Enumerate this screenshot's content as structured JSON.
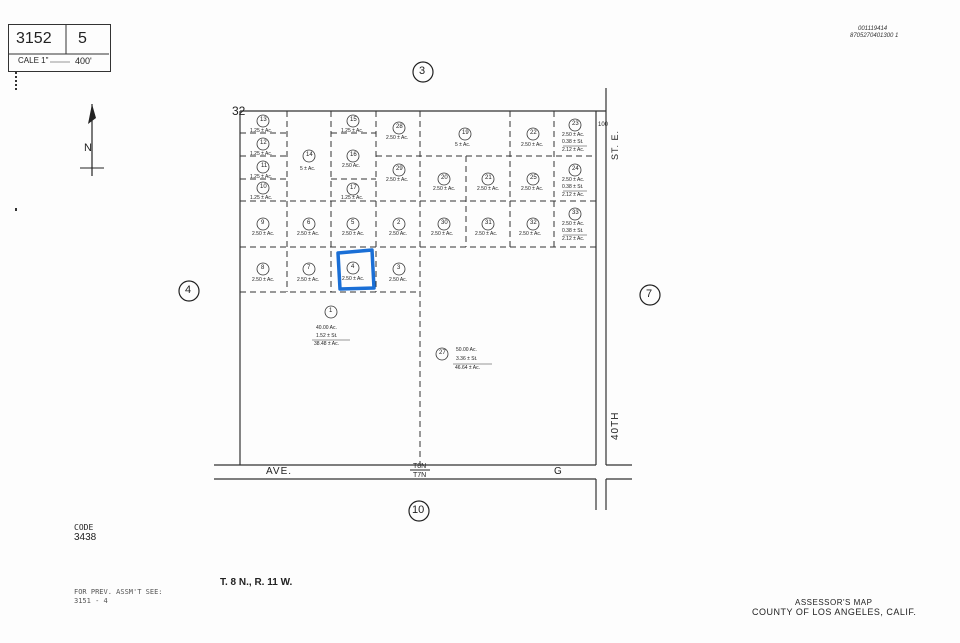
{
  "header": {
    "book": "3152",
    "page": "5",
    "scale_label": "CALE 1\"",
    "scale_value": "400'",
    "stamp_line1": "001119414",
    "stamp_line2": "8705270401300 1"
  },
  "section_corner": "32",
  "adjoining_pages": [
    "3",
    "4",
    "7",
    "10"
  ],
  "streets": {
    "ave": "AVE.",
    "g": "G",
    "st_e": "ST. E.",
    "fortieth": "40TH",
    "township_line_top": "T8N",
    "township_line_bottom": "T7N"
  },
  "parcels": [
    {
      "num": "13",
      "area": "1.25 ± Ac."
    },
    {
      "num": "12",
      "area": "1.25 ± Ac."
    },
    {
      "num": "11",
      "area": "1.25 ± Ac."
    },
    {
      "num": "10",
      "area": "1.25 ± Ac."
    },
    {
      "num": "9",
      "area": "2.50 ± Ac."
    },
    {
      "num": "8",
      "area": "2.50 ± Ac."
    },
    {
      "num": "14",
      "area": "5 ± Ac."
    },
    {
      "num": "6",
      "area": "2.50 ± Ac."
    },
    {
      "num": "7",
      "area": "2.50 ± Ac."
    },
    {
      "num": "15",
      "area": "1.25 ± Ac."
    },
    {
      "num": "16",
      "area": "2.50 Ac."
    },
    {
      "num": "17",
      "area": "1.25 ± Ac."
    },
    {
      "num": "5",
      "area": "2.50 ± Ac."
    },
    {
      "num": "4",
      "area": "2.50 ± Ac."
    },
    {
      "num": "28",
      "area": "2.50 ± Ac."
    },
    {
      "num": "29",
      "area": "2.50 ± Ac."
    },
    {
      "num": "2",
      "area": "2.50 Ac."
    },
    {
      "num": "3",
      "area": "2.50 Ac."
    },
    {
      "num": "19",
      "area": "5 ± Ac."
    },
    {
      "num": "20",
      "area": "2.50 ± Ac."
    },
    {
      "num": "21",
      "area": "2.50 ± Ac."
    },
    {
      "num": "30",
      "area": "2.50 ± Ac."
    },
    {
      "num": "31",
      "area": "2.50 ± Ac."
    },
    {
      "num": "22",
      "area": "2.50 ± Ac."
    },
    {
      "num": "25",
      "area": "2.50 ± Ac."
    },
    {
      "num": "32",
      "area": "2.50 ± Ac."
    },
    {
      "num": "23",
      "area": "2.50 ± Ac.",
      "line2": "0.38 ± St.",
      "line3": "2.12 ± Ac."
    },
    {
      "num": "24",
      "area": "2.50 ± Ac.",
      "line2": "0.38 ± St.",
      "line3": "2.12 ± Ac."
    },
    {
      "num": "33",
      "area": "2.50 ± Ac.",
      "line2": "0.38 ± St.",
      "line3": "2.12 ± Ac."
    },
    {
      "num": "1",
      "area": "40.00 Ac.",
      "line2": "1.52 ± St.",
      "line3": "38.48 ± Ac."
    },
    {
      "num": "27",
      "area": "50.00 Ac.",
      "line2": "3.36 ± St.",
      "line3": "46.64 ± Ac."
    }
  ],
  "highlighted_parcel": "4",
  "highlight_color": "#1a6fd6",
  "code_label": "CODE",
  "code_value": "3438",
  "township": "T. 8 N., R. 11 W.",
  "prev_label": "FOR PREV. ASSM'T SEE:",
  "prev_value": "3151 - 4",
  "footer_line1": "ASSESSOR'S MAP",
  "footer_line2": "COUNTY OF LOS ANGELES, CALIF.",
  "dim_100": "100",
  "north_label": "N"
}
